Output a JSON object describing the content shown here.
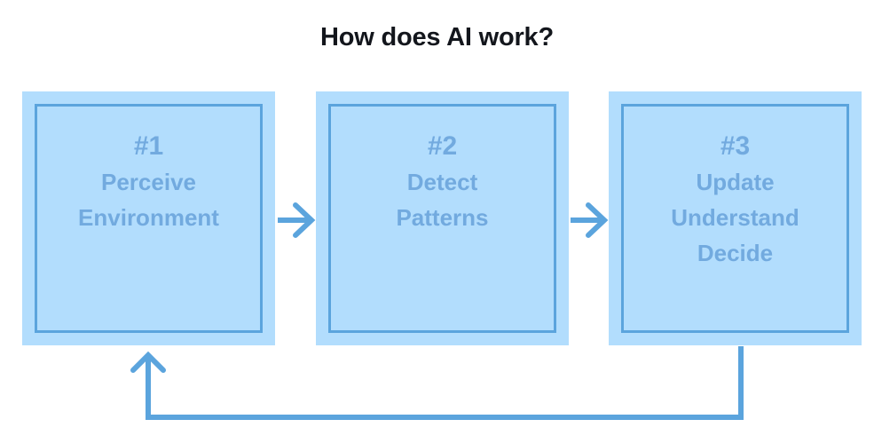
{
  "diagram": {
    "title": "How does AI work?",
    "type": "process-cycle",
    "colors": {
      "box_fill": "#b2ddfd",
      "box_inner_border": "#5ba4dd",
      "box_text": "#72aadf",
      "arrow": "#5ba4dd",
      "title_text": "#13161c",
      "background": "#ffffff"
    },
    "stages": [
      {
        "number": "#1",
        "lines": [
          "Perceive",
          "Environment"
        ],
        "name": "perceive-environment"
      },
      {
        "number": "#2",
        "lines": [
          "Detect",
          "Patterns"
        ],
        "name": "detect-patterns"
      },
      {
        "number": "#3",
        "lines": [
          "Update",
          "Understand",
          "Decide"
        ],
        "name": "update-understand-decide"
      }
    ],
    "connectors": [
      {
        "name": "arrow-stage1-to-stage2",
        "direction": "right"
      },
      {
        "name": "arrow-stage2-to-stage3",
        "direction": "right"
      },
      {
        "name": "feedback-arrow-stage3-to-stage1",
        "direction": "loop-up-left"
      }
    ]
  }
}
